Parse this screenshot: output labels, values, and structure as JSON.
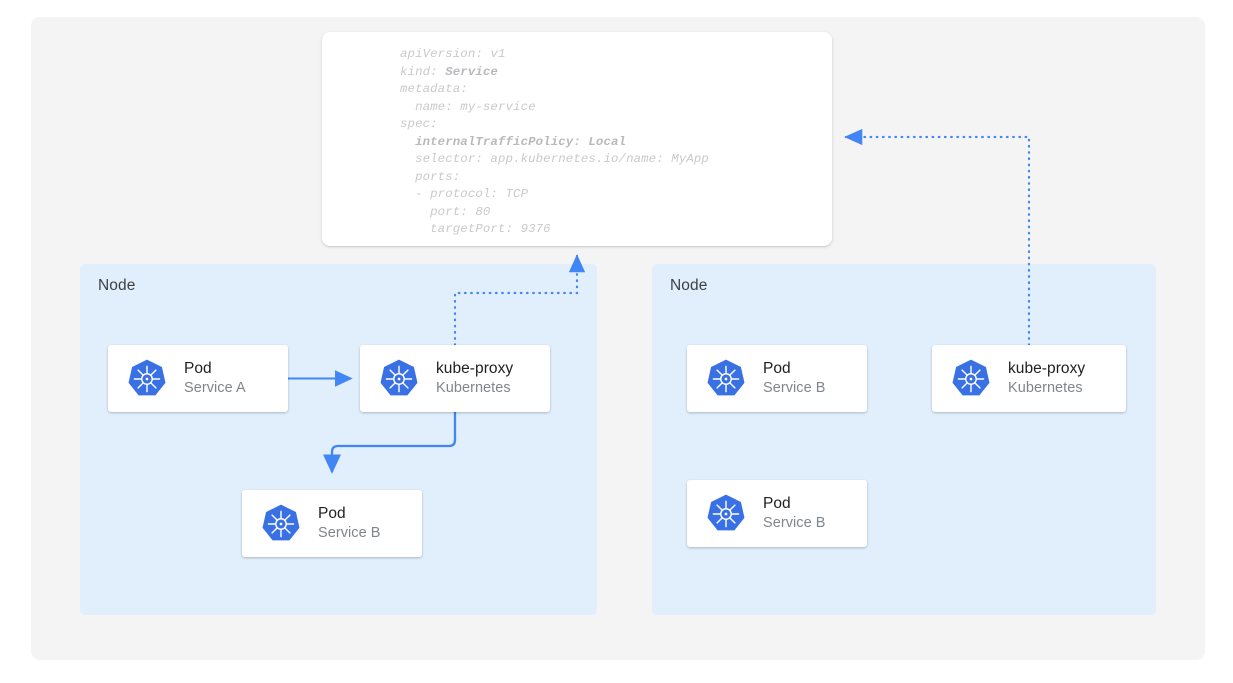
{
  "diagram": {
    "title": "Kubernetes Service internalTrafficPolicy Local",
    "colors": {
      "page_background": "#ffffff",
      "panel_background": "#f4f4f5",
      "node_background": "#e1effc",
      "card_background": "#ffffff",
      "accent_blue": "#4285f4",
      "k8s_logo_blue": "#3970e4",
      "code_text": "#c9c9cc",
      "title_text": "#202124",
      "subtitle_text": "#80868b",
      "node_label_text": "#3c4043"
    }
  },
  "yaml_card": {
    "name": "service-manifest",
    "lines": [
      {
        "text": "apiVersion: v1",
        "bold": false
      },
      {
        "text": "kind: ",
        "bold_tail": "Service"
      },
      {
        "text": "metadata:",
        "bold": false
      },
      {
        "text": "  name: my-service",
        "bold": false
      },
      {
        "text": "spec:",
        "bold": false
      },
      {
        "text": "  internalTrafficPolicy: Local",
        "bold": true
      },
      {
        "text": "  selector: app.kubernetes.io/name: MyApp",
        "bold": false
      },
      {
        "text": "  ports:",
        "bold": false
      },
      {
        "text": "  - protocol: TCP",
        "bold": false
      },
      {
        "text": "    port: 80",
        "bold": false
      },
      {
        "text": "    targetPort: 9376",
        "bold": false
      }
    ],
    "plain_text": "apiVersion: v1\nkind: Service\nmetadata:\n  name: my-service\nspec:\n  internalTrafficPolicy: Local\n  selector: app.kubernetes.io/name: MyApp\n  ports:\n  - protocol: TCP\n    port: 80\n    targetPort: 9376"
  },
  "nodes": [
    {
      "label": "Node",
      "side": "left",
      "cards": [
        {
          "title": "Pod",
          "subtitle": "Service A",
          "icon": "kubernetes-icon"
        },
        {
          "title": "kube-proxy",
          "subtitle": "Kubernetes",
          "icon": "kubernetes-icon"
        },
        {
          "title": "Pod",
          "subtitle": "Service B",
          "icon": "kubernetes-icon"
        }
      ]
    },
    {
      "label": "Node",
      "side": "right",
      "cards": [
        {
          "title": "Pod",
          "subtitle": "Service B",
          "icon": "kubernetes-icon"
        },
        {
          "title": "kube-proxy",
          "subtitle": "Kubernetes",
          "icon": "kubernetes-icon"
        },
        {
          "title": "Pod",
          "subtitle": "Service B",
          "icon": "kubernetes-icon"
        }
      ]
    }
  ],
  "connectors": [
    {
      "name": "pod-a-to-kube-proxy",
      "style": "solid",
      "from": "Pod Service A",
      "to": "kube-proxy (left node)",
      "arrow": "right"
    },
    {
      "name": "kube-proxy-to-pod-b",
      "style": "solid",
      "from": "kube-proxy (left node)",
      "to": "Pod Service B (left node)",
      "arrow": "down"
    },
    {
      "name": "kube-proxy-left-to-manifest",
      "style": "dotted",
      "from": "kube-proxy (left node)",
      "to": "service manifest",
      "arrow": "up"
    },
    {
      "name": "kube-proxy-right-to-manifest",
      "style": "dotted",
      "from": "kube-proxy (right node)",
      "to": "service manifest",
      "arrow": "left"
    }
  ]
}
